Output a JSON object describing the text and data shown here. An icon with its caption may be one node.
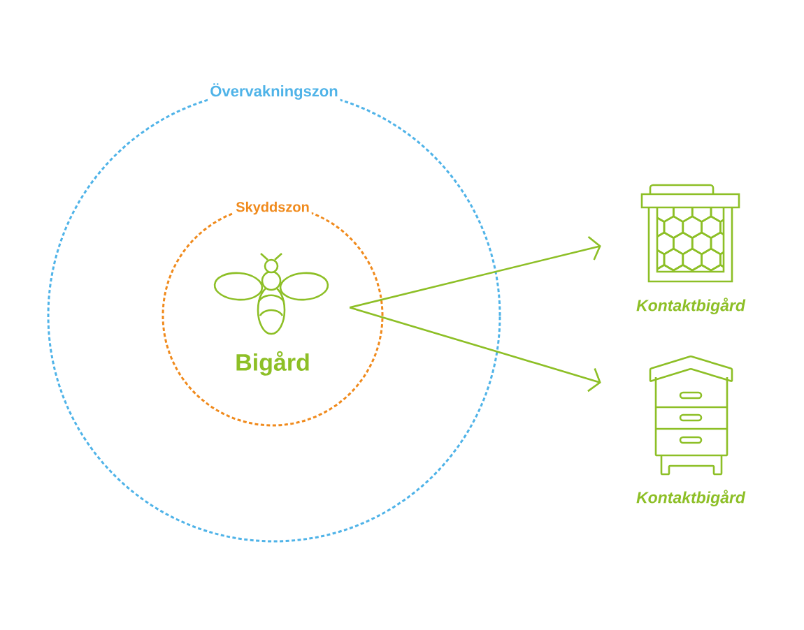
{
  "diagram": {
    "nodes": [
      {
        "text": [
          "Övervakningszon"
        ]
      },
      {
        "text": [
          "Skyddszon"
        ],
        "in": 0
      },
      {
        "text": [
          "Bigård"
        ],
        "in": 1
      },
      {
        "text": [
          "Kontaktbigård"
        ]
      },
      {
        "text": [
          "Kontaktbigård"
        ]
      }
    ],
    "edges": [
      {
        "from": 2,
        "to": 3,
        "arrow": "to"
      },
      {
        "from": 2,
        "to": 4,
        "arrow": "to"
      }
    ]
  }
}
